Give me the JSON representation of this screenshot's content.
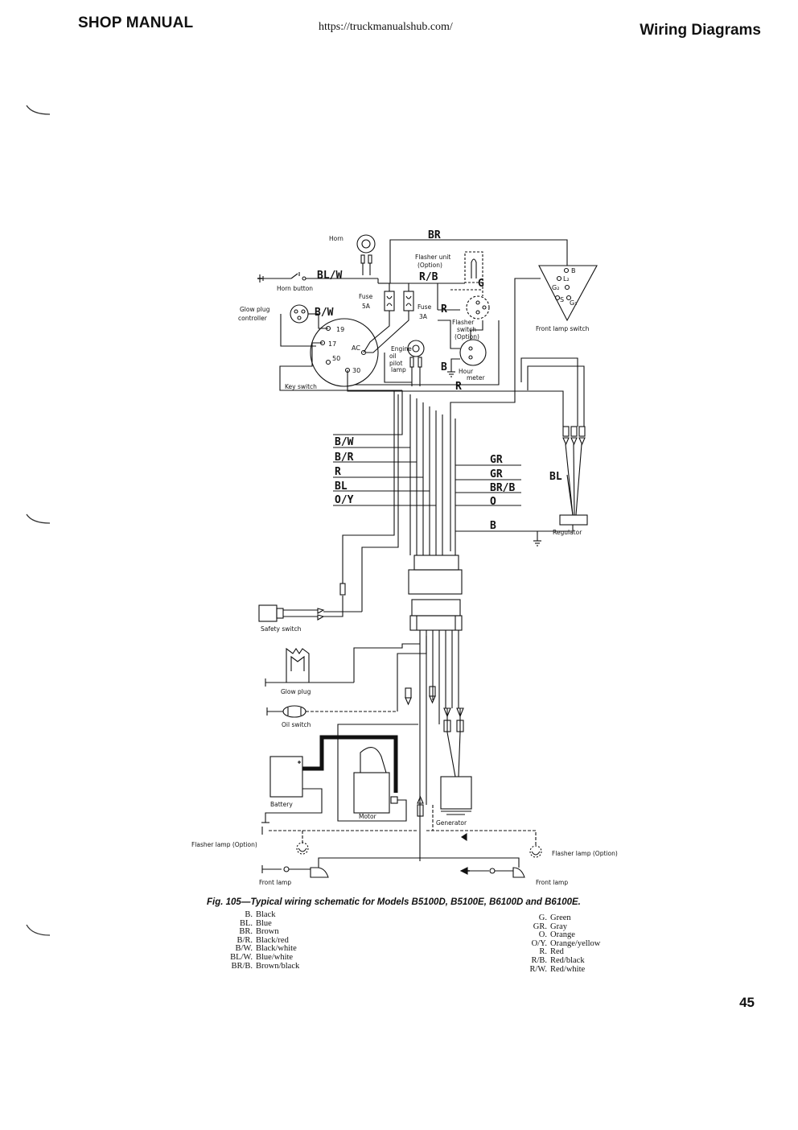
{
  "header": {
    "left": "SHOP MANUAL",
    "url": "https://truckmanualshub.com/",
    "right": "Wiring Diagrams"
  },
  "page_number": "45",
  "figure": {
    "caption": "Fig. 105—Typical wiring schematic for Models B5100D, B5100E, B6100D and B6100E.",
    "components": {
      "horn": "Horn",
      "horn_button": "Horn button",
      "glow_plug_controller": [
        "Glow plug",
        "controller"
      ],
      "fuse_5a": [
        "Fuse",
        "5A"
      ],
      "fuse_3a": [
        "Fuse",
        "3A"
      ],
      "flasher_unit": [
        "Flasher unit",
        "(Option)"
      ],
      "flasher_switch": [
        "Flasher",
        "switch",
        "(Option)"
      ],
      "front_lamp_switch": "Front lamp switch",
      "engine_oil_pilot_lamp": [
        "Engine",
        "oil",
        "pilot",
        "lamp"
      ],
      "hour_meter": [
        "Hour",
        "meter"
      ],
      "key_switch": "Key switch",
      "regulator": "Regulator",
      "safety_switch": "Safety switch",
      "glow_plug": "Glow plug",
      "oil_switch": "Oil switch",
      "battery": "Battery",
      "motor": "Motor",
      "generator": "Generator",
      "flasher_lamp_left": "Flasher lamp (Option)",
      "flasher_lamp_right": "Flasher lamp (Option)",
      "front_lamp_left": "Front lamp",
      "front_lamp_right": "Front lamp"
    },
    "key_switch_terminals": [
      "19",
      "17",
      "AC",
      "50",
      "30"
    ],
    "lamp_switch_terminals": [
      "B",
      "L₂",
      "G₂",
      "S",
      "G₁"
    ],
    "wire_labels": {
      "top_br": "BR",
      "horn_blw": "BL/W",
      "flasher_rb": "R/B",
      "flasher_g": "G",
      "fuse_r": "R",
      "glow_bw": "B/W",
      "hour_b": "B",
      "key_r": "R",
      "reg_bl": "BL",
      "harness_left": [
        "B/W",
        "B/R",
        "R",
        "BL",
        "O/Y"
      ],
      "harness_right": [
        "GR",
        "GR",
        "BR/B",
        "O",
        "B"
      ]
    }
  },
  "legend": {
    "left": [
      {
        "code": "B.",
        "desc": "Black"
      },
      {
        "code": "BL.",
        "desc": "Blue"
      },
      {
        "code": "BR.",
        "desc": "Brown"
      },
      {
        "code": "B/R.",
        "desc": "Black/red"
      },
      {
        "code": "B/W.",
        "desc": "Black/white"
      },
      {
        "code": "BL/W.",
        "desc": "Blue/white"
      },
      {
        "code": "BR/B.",
        "desc": "Brown/black"
      }
    ],
    "right": [
      {
        "code": "G.",
        "desc": "Green"
      },
      {
        "code": "GR.",
        "desc": "Gray"
      },
      {
        "code": "O.",
        "desc": "Orange"
      },
      {
        "code": "O/Y.",
        "desc": "Orange/yellow"
      },
      {
        "code": "R.",
        "desc": "Red"
      },
      {
        "code": "R/B.",
        "desc": "Red/black"
      },
      {
        "code": "R/W.",
        "desc": "Red/white"
      }
    ]
  }
}
